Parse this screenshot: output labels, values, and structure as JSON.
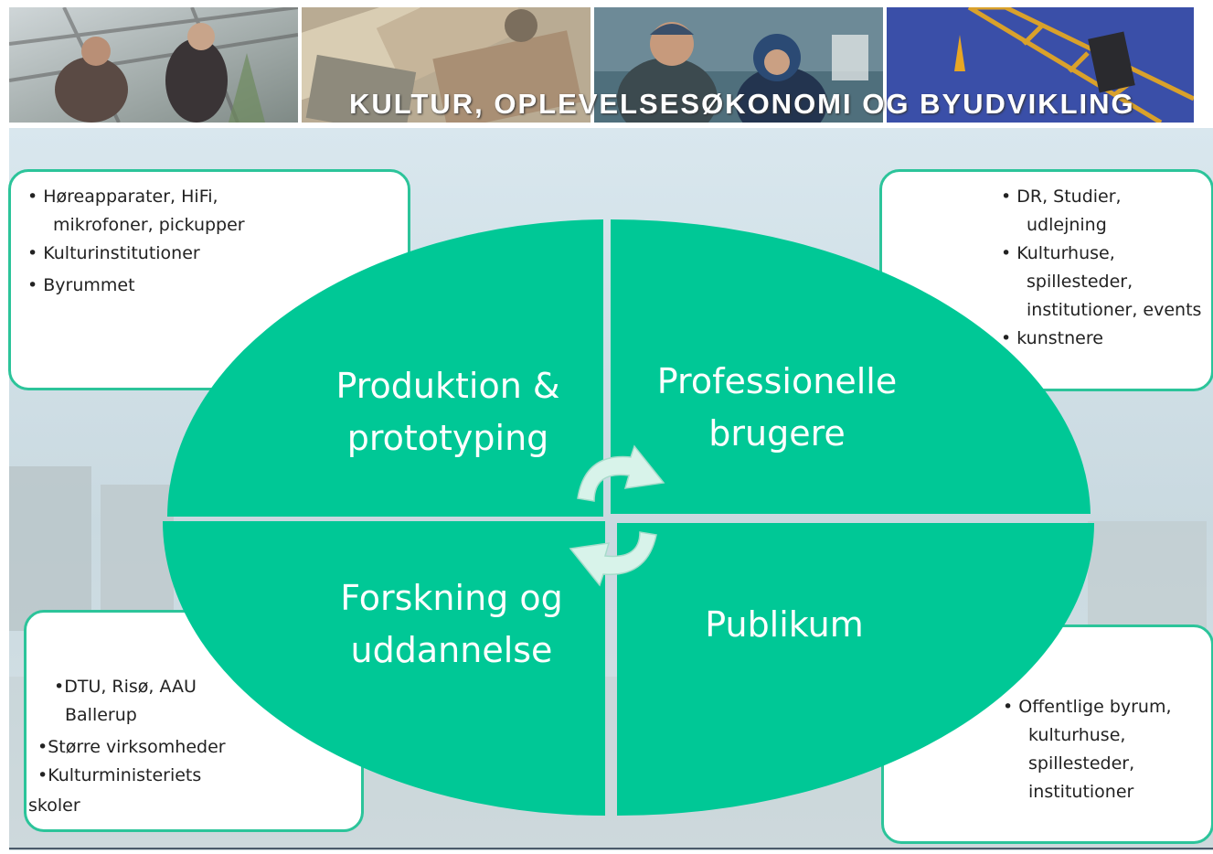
{
  "banner": {
    "title": "KULTUR, OPLEVELSESØKONOMI OG BYUDVIKLING",
    "photos": [
      "two-people-at-railing-photo",
      "danish-banknotes-photo",
      "two-men-by-harbour-photo",
      "crane-photo"
    ]
  },
  "colors": {
    "teal": "#00c896",
    "border": "#2cc49a",
    "text": "#222222",
    "label": "#ffffff"
  },
  "quadrants": {
    "top_left": {
      "line1": "Produktion &",
      "line2": "prototyping"
    },
    "top_right": {
      "line1": "Professionelle",
      "line2": "brugere"
    },
    "bottom_left": {
      "line1": "Forskning og",
      "line2": "uddannelse"
    },
    "bottom_right": {
      "line1": "Publikum"
    }
  },
  "boxes": {
    "top_left": {
      "i1a": "• Høreapparater,  HiFi,",
      "i1b": "mikrofoner, pickupper",
      "i2": "• Kulturinstitutioner",
      "i3": "• Byrummet"
    },
    "top_right": {
      "i1a": "• DR, Studier,",
      "i1b": "udlejning",
      "i2a": "• Kulturhuse,",
      "i2b": "spillesteder,",
      "i2c": "institutioner, events",
      "i3": "• kunstnere"
    },
    "bottom_left": {
      "i1a": "•DTU, Risø, AAU",
      "i1b": "Ballerup",
      "i2": "•Større virksomheder",
      "i3a": "•Kulturministeriets",
      "i3b": "skoler"
    },
    "bottom_right": {
      "i1a": "• Offentlige byrum,",
      "i1b": "kulturhuse,",
      "i1c": "spillesteder,",
      "i1d": "institutioner"
    }
  },
  "icons": [
    "cycle-arrow-top-icon",
    "cycle-arrow-bottom-icon"
  ]
}
